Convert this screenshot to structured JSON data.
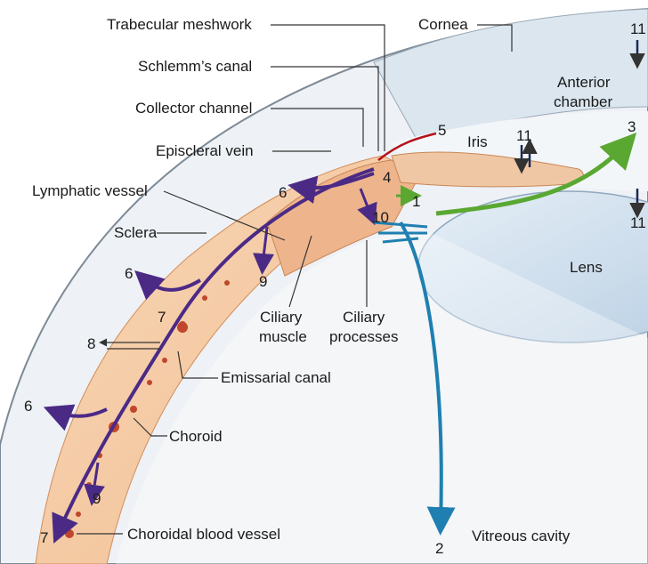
{
  "labels": {
    "trabecular_meshwork": "Trabecular meshwork",
    "schlemms_canal": "Schlemm’s canal",
    "collector_channel": "Collector channel",
    "episcleral_vein": "Episcleral vein",
    "lymphatic_vessel": "Lymphatic vessel",
    "sclera": "Sclera",
    "cornea": "Cornea",
    "anterior_chamber_1": "Anterior",
    "anterior_chamber_2": "chamber",
    "iris": "Iris",
    "lens": "Lens",
    "ciliary_muscle_1": "Ciliary",
    "ciliary_muscle_2": "muscle",
    "ciliary_processes_1": "Ciliary",
    "ciliary_processes_2": "processes",
    "emissarial_canal": "Emissarial canal",
    "choroid": "Choroid",
    "choroidal_blood_vessel": "Choroidal blood vessel",
    "vitreous_cavity": "Vitreous cavity"
  },
  "numbers": {
    "n1": "1",
    "n2": "2",
    "n3": "3",
    "n4": "4",
    "n5": "5",
    "n6a": "6",
    "n6b": "6",
    "n6c": "6",
    "n7a": "7",
    "n7b": "7",
    "n8": "8",
    "n9a": "9",
    "n9b": "9",
    "n10": "10",
    "n11a": "11",
    "n11b": "11",
    "n11c": "11"
  },
  "colors": {
    "sclera": "#eef1f5",
    "sclera_edge": "#7d8a96",
    "cornea": "#dbe6ef",
    "choroid": "#f4c9a2",
    "choroid_dark": "#e9a97a",
    "uveal_flow": "#4b2a86",
    "aqueous_blue": "#1f7fb0",
    "aqueous_green": "#5aa832",
    "vessel_red": "#b5121b",
    "lens": "#cfe0ee"
  }
}
